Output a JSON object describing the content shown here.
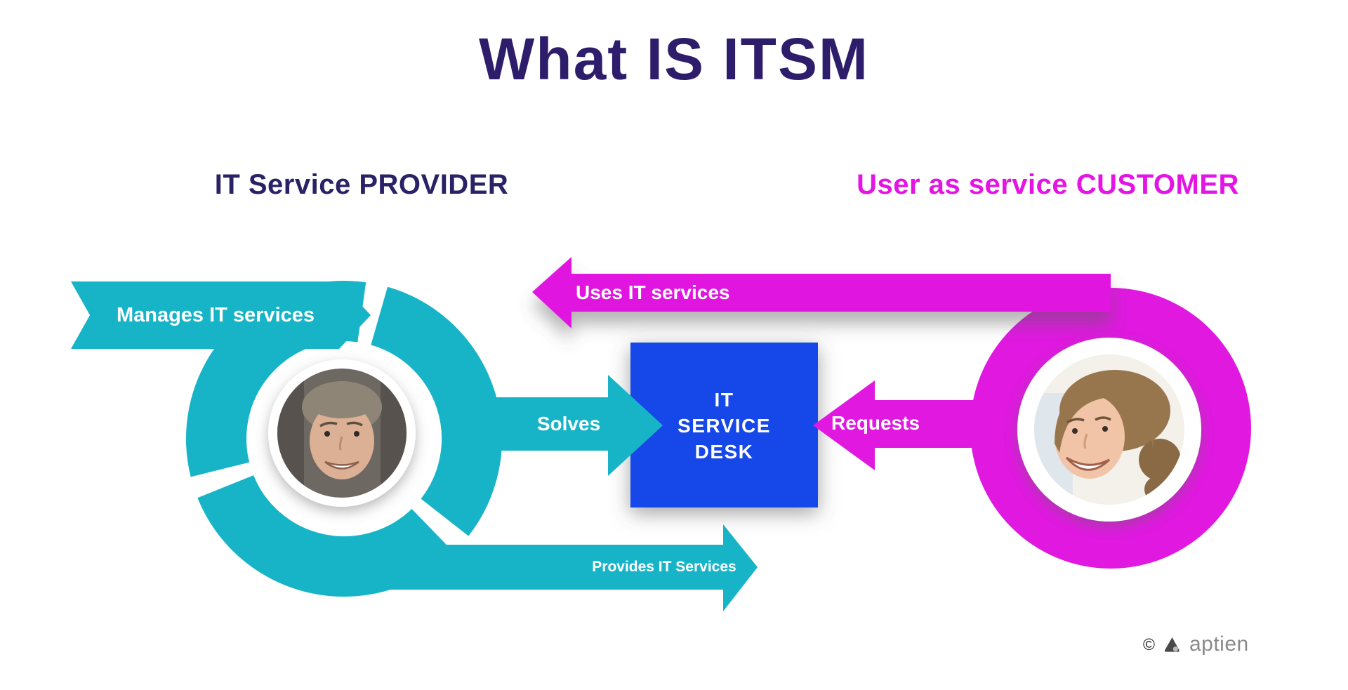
{
  "title": "What IS ITSM",
  "provider": {
    "heading": "IT Service PROVIDER",
    "cycle_label": "Manages IT services"
  },
  "customer": {
    "heading": "User as service CUSTOMER"
  },
  "service_desk": {
    "lines": [
      "IT",
      "SERVICE",
      "DESK"
    ]
  },
  "flows": {
    "uses_label": "Uses IT services",
    "solves_label": "Solves",
    "requests_label": "Requests",
    "provides_label": "Provides IT Services"
  },
  "footer": {
    "copyright_symbol": "©",
    "brand": "aptien"
  },
  "colors": {
    "teal": "#17B4C8",
    "magenta": "#E018E0",
    "magenta_heading": "#E414E4",
    "desk_blue": "#1347E8",
    "title_navy": "#2D1D6B",
    "heading_navy": "#2A2166",
    "brand_gray": "#8A8A8A"
  }
}
